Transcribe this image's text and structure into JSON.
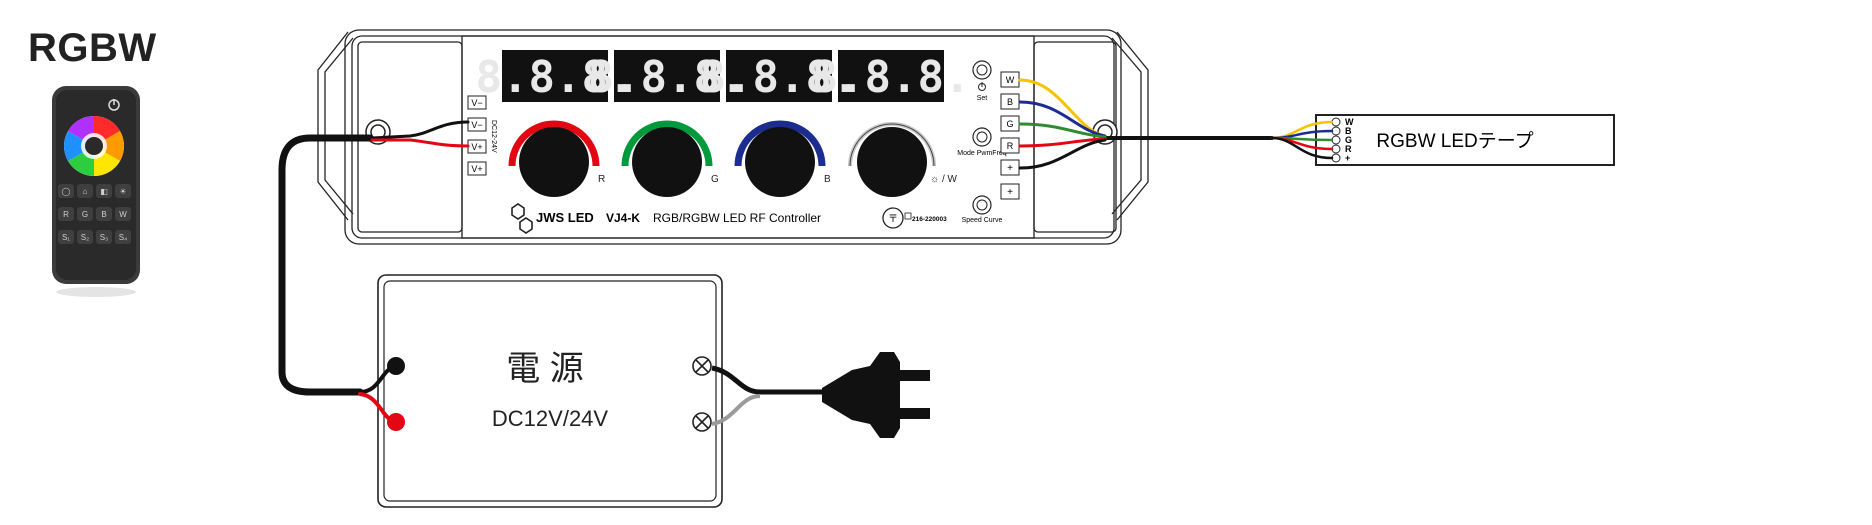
{
  "title": "RGBW",
  "remote": {
    "row1": [
      "◯",
      "⌂",
      "◧",
      "☀"
    ],
    "row2": [
      "R",
      "G",
      "B",
      "W"
    ],
    "row3": [
      "S₁",
      "S₂",
      "S₃",
      "S₄"
    ]
  },
  "controller": {
    "display_digits": [
      "8.8.8.",
      "8.8.8.",
      "8.8.8.",
      "8.8.8."
    ],
    "input_terminals": [
      "V−",
      "V−",
      "V+",
      "V+"
    ],
    "input_voltage": "DC12-24V",
    "knobs": [
      {
        "label": "R",
        "color": "#e30613"
      },
      {
        "label": "G",
        "color": "#009a3e"
      },
      {
        "label": "B",
        "color": "#1d2c8f"
      },
      {
        "label": "☼ / W",
        "color": "#c8c8c8"
      }
    ],
    "buttons": [
      "Set",
      "Mode PwmFreq",
      "Speed Curve"
    ],
    "output_terminals": [
      "W",
      "B",
      "G",
      "R",
      "+",
      "+"
    ],
    "brand": "JWS LED",
    "model": "VJ4-K",
    "description": "RGB/RGBW  LED RF Controller",
    "cert_number": "216-220003"
  },
  "led_tape": {
    "label": "RGBW LEDテープ",
    "pins": [
      "W",
      "B",
      "G",
      "R",
      "+"
    ]
  },
  "power_supply": {
    "title": "電 源",
    "voltage": "DC12V/24V"
  },
  "colors": {
    "red": "#e30613",
    "green": "#2e8b2e",
    "blue": "#1d2c8f",
    "yellow": "#f5c400",
    "black": "#111111",
    "gray": "#9a9a9a"
  }
}
